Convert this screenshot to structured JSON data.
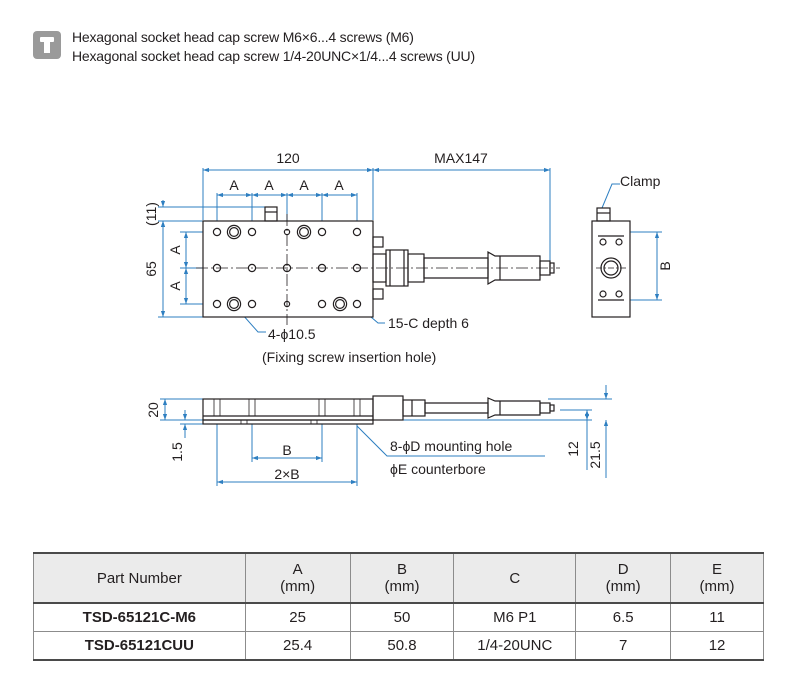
{
  "notes": {
    "screw_m6": "Hexagonal socket head cap screw M6×6...4 screws (M6)",
    "screw_uu": "Hexagonal socket head cap screw 1/4-20UNC×1/4...4 screws (UU)"
  },
  "dims": {
    "width_120": "120",
    "max147": "MAX147",
    "pitch_a": "A",
    "d11": "(11)",
    "d65": "65",
    "clamp": "Clamp",
    "b": "B",
    "tap": "15-C depth 6",
    "fix_hole": "4-ϕ10.5",
    "fix_hole_note": "(Fixing screw insertion hole)",
    "d20": "20",
    "d1_5": "1.5",
    "two_b": "2×B",
    "mount_hole": "8-ϕD mounting hole",
    "counterbore": "ϕE counterbore",
    "d12": "12",
    "d21_5": "21.5"
  },
  "table": {
    "headers": {
      "part": "Part Number",
      "a": "A",
      "a_unit": "(mm)",
      "b": "B",
      "b_unit": "(mm)",
      "c": "C",
      "d": "D",
      "d_unit": "(mm)",
      "e": "E",
      "e_unit": "(mm)"
    },
    "rows": [
      {
        "part": "TSD-65121C-M6",
        "a": "25",
        "b": "50",
        "c": "M6 P1",
        "d": "6.5",
        "e": "11"
      },
      {
        "part": "TSD-65121CUU",
        "a": "25.4",
        "b": "50.8",
        "c": "1/4-20UNC",
        "d": "7",
        "e": "12"
      }
    ]
  },
  "colors": {
    "dimension_line": "#2e7fc1",
    "outline": "#231f20",
    "icon_bg": "#9a9a9a",
    "table_header_bg": "#ebebeb"
  },
  "icons": [
    "screw-icon"
  ]
}
